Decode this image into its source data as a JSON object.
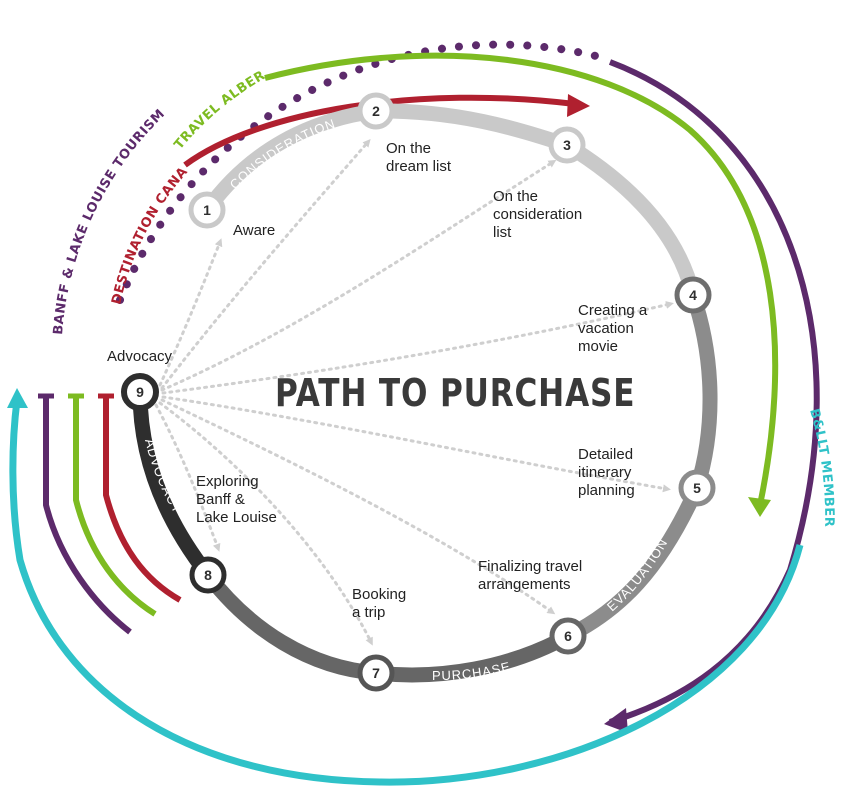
{
  "title": "PATH TO PURCHASE",
  "colors": {
    "purple": "#5c2a6b",
    "green": "#7dbb21",
    "red": "#b0202f",
    "teal": "#2fc2c8",
    "dark": "#2e2e2e",
    "mid": "#6e6e6e",
    "light": "#c9c9c9"
  },
  "organizations": {
    "banff": "BANFF & LAKE LOUISE TOURISM",
    "travel_alberta": "TRAVEL ALBERTA",
    "destination_canada": "DESTINATION CANADA",
    "members": "B&LLT MEMBERS"
  },
  "phases": {
    "consideration": "CONSIDERATION",
    "evaluation": "EVALUATION",
    "purchase": "PURCHASE",
    "advocacy": "ADVOCACY"
  },
  "stages": [
    {
      "n": "1",
      "l1": "Aware",
      "l2": "",
      "l3": ""
    },
    {
      "n": "2",
      "l1": "On the",
      "l2": "dream list",
      "l3": ""
    },
    {
      "n": "3",
      "l1": "On the",
      "l2": "consideration",
      "l3": "list"
    },
    {
      "n": "4",
      "l1": "Creating a",
      "l2": "vacation",
      "l3": "movie"
    },
    {
      "n": "5",
      "l1": "Detailed",
      "l2": "itinerary",
      "l3": "planning"
    },
    {
      "n": "6",
      "l1": "Finalizing travel",
      "l2": "arrangements",
      "l3": ""
    },
    {
      "n": "7",
      "l1": "Booking",
      "l2": "a trip",
      "l3": ""
    },
    {
      "n": "8",
      "l1": "Exploring",
      "l2": "Banff &",
      "l3": "Lake Louise"
    },
    {
      "n": "9",
      "l1": "Advocacy",
      "l2": "",
      "l3": ""
    }
  ]
}
